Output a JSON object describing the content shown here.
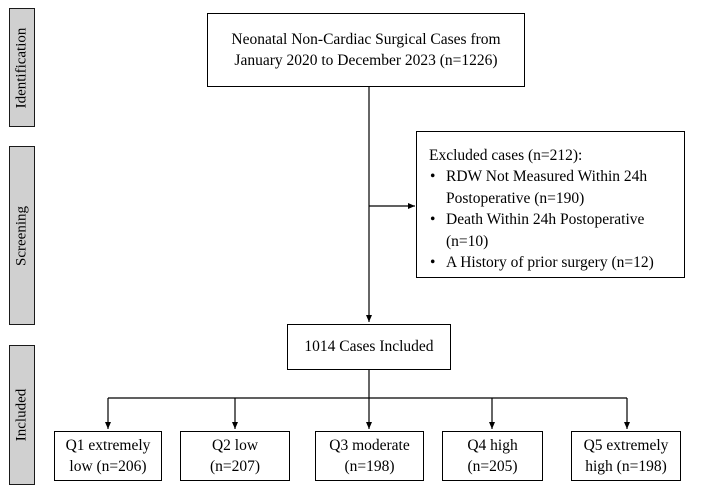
{
  "stages": {
    "identification": "Identification",
    "screening": "Screening",
    "included": "Included"
  },
  "identification_box": {
    "line1": "Neonatal Non-Cardiac Surgical Cases from",
    "line2": "January 2020 to December 2023 (n=1226)"
  },
  "exclusion_box": {
    "title": "Excluded cases (n=212):",
    "items": [
      "RDW Not Measured Within 24h Postoperative (n=190)",
      "Death Within 24h Postoperative (n=10)",
      "A History of prior surgery (n=12)"
    ]
  },
  "included_box": {
    "label": "1014 Cases Included"
  },
  "quintiles": [
    {
      "line1": "Q1 extremely",
      "line2": "low (n=206)"
    },
    {
      "line1": "Q2 low",
      "line2": "(n=207)"
    },
    {
      "line1": "Q3 moderate",
      "line2": "(n=198)"
    },
    {
      "line1": "Q4 high",
      "line2": "(n=205)"
    },
    {
      "line1": "Q5 extremely",
      "line2": "high (n=198)"
    }
  ]
}
